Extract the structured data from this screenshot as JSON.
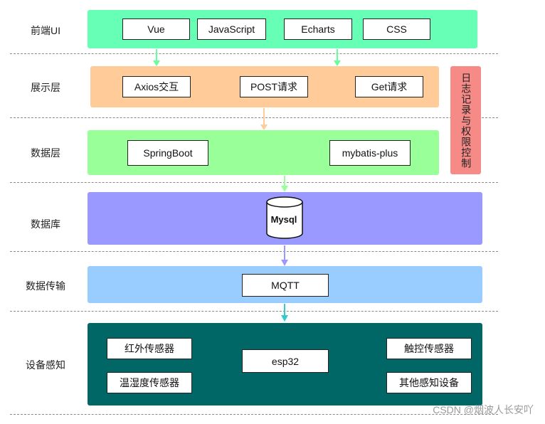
{
  "layers": {
    "frontend": {
      "label": "前端UI",
      "color": "#66ffb5",
      "boxes": [
        "Vue",
        "JavaScript",
        "Echarts",
        "CSS"
      ]
    },
    "presentation": {
      "label": "展示层",
      "color": "#ffcc99",
      "boxes": [
        "Axios交互",
        "POST请求",
        "Get请求"
      ]
    },
    "data_layer": {
      "label": "数据层",
      "color": "#99ff99",
      "boxes": [
        "SpringBoot",
        "mybatis-plus"
      ]
    },
    "database": {
      "label": "数据库",
      "color": "#9999ff",
      "db_label": "Mysql"
    },
    "transfer": {
      "label": "数据传输",
      "color": "#99ccff",
      "boxes": [
        "MQTT"
      ]
    },
    "device": {
      "label": "设备感知",
      "color": "#006666",
      "boxes": [
        "红外传感器",
        "温湿度传感器",
        "esp32",
        "触控传感器",
        "其他感知设备"
      ]
    }
  },
  "side_panel": {
    "text": "日志记录与权限控制",
    "color": "#f58a87"
  },
  "arrows": {
    "green": "#66ff99",
    "orange": "#ffcc99",
    "lime": "#99ff99",
    "purple": "#9999ff",
    "cyan": "#33cccc"
  },
  "watermark": "CSDN @烟波人长安吖"
}
